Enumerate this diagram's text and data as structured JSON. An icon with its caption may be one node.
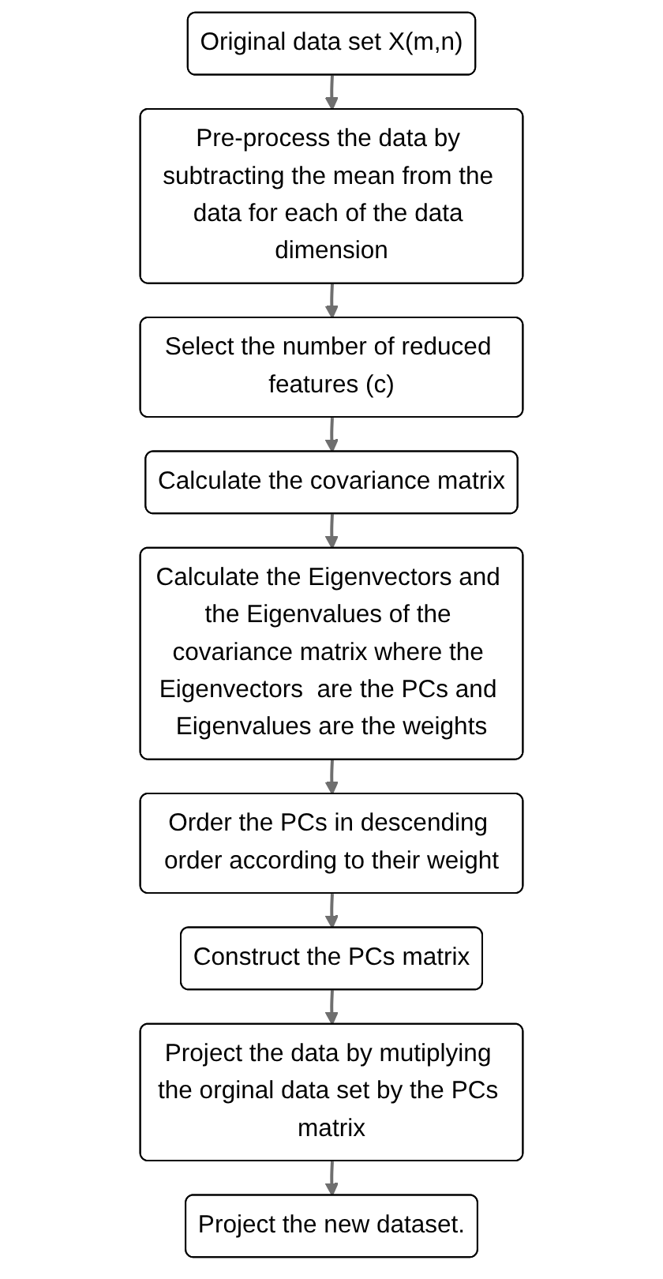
{
  "diagram": {
    "nodes": [
      {
        "text": [
          "Original data set X(m,n)"
        ]
      },
      {
        "text": [
          "Pre-process the data by subtracting the mean from the data for each of the data dimension"
        ]
      },
      {
        "text": [
          "Select the number of reduced features (c)"
        ]
      },
      {
        "text": [
          "Calculate the covariance matrix"
        ]
      },
      {
        "text": [
          "Calculate the Eigenvectors and the Eigenvalues of the covariance matrix where the Eigenvectors  are the PCs and Eigenvalues are the weights"
        ]
      },
      {
        "text": [
          "Order the PCs in descending order according to their weight"
        ]
      },
      {
        "text": [
          "Construct the PCs matrix"
        ]
      },
      {
        "text": [
          "Project the data by mutiplying the orginal data set by the PCs matrix"
        ]
      },
      {
        "text": [
          "Project the new dataset."
        ]
      }
    ],
    "edges": [
      {
        "from": 0,
        "to": 1,
        "arrow": "to"
      },
      {
        "from": 1,
        "to": 2,
        "arrow": "to"
      },
      {
        "from": 2,
        "to": 3,
        "arrow": "to"
      },
      {
        "from": 3,
        "to": 4,
        "arrow": "to"
      },
      {
        "from": 4,
        "to": 5,
        "arrow": "to"
      },
      {
        "from": 5,
        "to": 6,
        "arrow": "to"
      },
      {
        "from": 6,
        "to": 7,
        "arrow": "to"
      },
      {
        "from": 7,
        "to": 8,
        "arrow": "to"
      }
    ]
  }
}
